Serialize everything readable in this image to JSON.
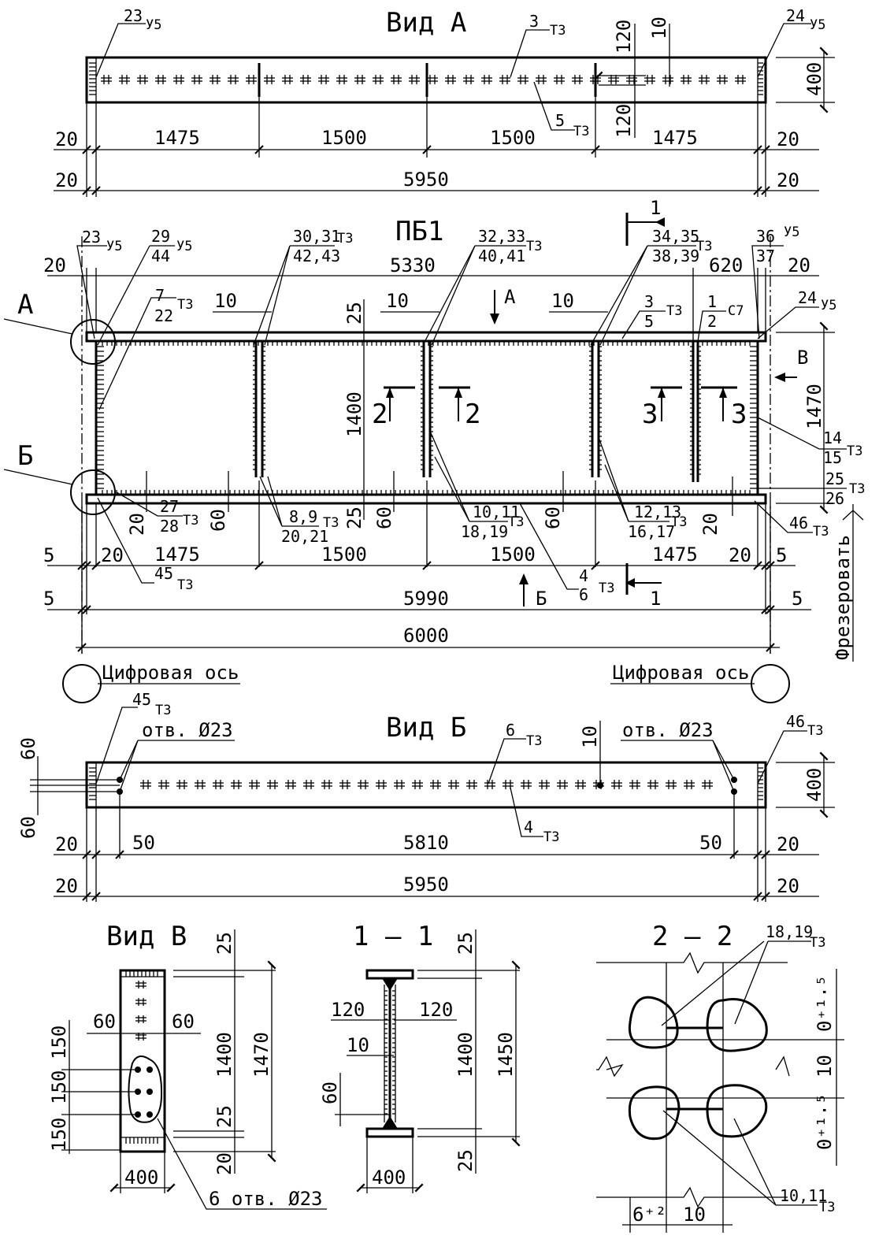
{
  "views": {
    "view_a": {
      "title": "Вид А",
      "callouts": {
        "c23": "23",
        "c23s": "У5",
        "c24": "24",
        "c24s": "У5",
        "c3": "3",
        "c3s": "Т3",
        "c5": "5",
        "c5s": "Т3"
      },
      "dims": {
        "d120a": "120",
        "d10": "10",
        "d120b": "120",
        "d400": "400",
        "d20l1": "20",
        "d1475a": "1475",
        "d1500a": "1500",
        "d1500b": "1500",
        "d1475b": "1475",
        "d20r1": "20",
        "d20l2": "20",
        "d5950": "5950",
        "d20r2": "20"
      }
    },
    "pb1": {
      "title": "ПБ1",
      "cut_marks": {
        "a": "А",
        "b": "Б",
        "v": "В",
        "s1": "1",
        "s2": "2",
        "s3": "3"
      },
      "callouts": {
        "c23": "23",
        "c23s": "У5",
        "c29": "29",
        "c44": "44",
        "c29s": "У5",
        "c3031": "30,31",
        "c4243": "42,43",
        "c3031s": "Т3",
        "c3233": "32,33",
        "c4041": "40,41",
        "c3233s": "Т3",
        "c3435": "34,35",
        "c3839": "38,39",
        "c3435s": "Т3",
        "c36": "36",
        "c37": "37",
        "c36s": "У5",
        "c7": "7",
        "c22": "22",
        "c7s": "Т3",
        "c3": "3",
        "c5": "5",
        "c3s": "Т3",
        "c1": "1",
        "c2": "2",
        "c1s": "С7",
        "c24": "24",
        "c24s": "У5",
        "c14": "14",
        "c15": "15",
        "c14s": "Т3",
        "c25": "25",
        "c26": "26",
        "c25s": "Т3",
        "c46": "46",
        "c46s": "Т3",
        "c27": "27",
        "c28": "28",
        "c27s": "Т3",
        "c89": "8,9",
        "c2021": "20,21",
        "c89s": "Т3",
        "c1011": "10,11",
        "c1819": "18,19",
        "c1011s": "Т3",
        "c1213": "12,13",
        "c1617": "16,17",
        "c1213s": "Т3",
        "c45": "45",
        "c45s": "Т3",
        "c4": "4",
        "c6": "6",
        "c4s": "Т3"
      },
      "dims": {
        "d20tl": "20",
        "d5330": "5330",
        "d620": "620",
        "d20tr": "20",
        "d10a": "10",
        "d10b": "10",
        "d10c": "10",
        "d25t": "25",
        "d1400": "1400",
        "d1470": "1470",
        "d20sl": "20",
        "d60a": "60",
        "d25b": "25",
        "d60b": "60",
        "d60c": "60",
        "d20sr": "20",
        "d5l": "5",
        "d20l": "20",
        "d1475a": "1475",
        "d1500a": "1500",
        "d1500b": "1500",
        "d1475b": "1475",
        "d20r": "20",
        "d5r": "5",
        "d5l2": "5",
        "d5990": "5990",
        "d5r2": "5",
        "d6000": "6000"
      },
      "milling_note": "Фрезеровать",
      "axis_left": "Цифровая ось",
      "axis_right": "Цифровая ось"
    },
    "view_b": {
      "title": "Вид Б",
      "callouts": {
        "c45": "45",
        "c45s": "Т3",
        "c46": "46",
        "c46s": "Т3",
        "c6": "6",
        "c6s": "Т3",
        "c4": "4",
        "c4s": "Т3"
      },
      "holes_left": "отв. Ø23",
      "holes_right": "отв. Ø23",
      "dims": {
        "d60a": "60",
        "d60b": "60",
        "d10": "10",
        "d400": "400",
        "d20l1": "20",
        "d50a": "50",
        "d5810": "5810",
        "d50b": "50",
        "d20r1": "20",
        "d20l2": "20",
        "d5950": "5950",
        "d20r2": "20"
      }
    },
    "view_v": {
      "title": "Вид В",
      "holes": "6 отв. Ø23",
      "dims": {
        "d25a": "25",
        "d60l": "60",
        "d60r": "60",
        "d1400": "1400",
        "d1470": "1470",
        "d150a": "150",
        "d150b": "150",
        "d150c": "150",
        "d25b": "25",
        "d20": "20",
        "d400": "400"
      }
    },
    "section_1_1": {
      "title": "1 – 1",
      "dims": {
        "d25a": "25",
        "d120l": "120",
        "d120r": "120",
        "d10": "10",
        "d1400": "1400",
        "d1450": "1450",
        "d60": "60",
        "d25b": "25",
        "d400": "400"
      }
    },
    "section_2_2": {
      "title": "2 – 2",
      "callouts": {
        "c1819": "18,19",
        "c1819s": "Т3",
        "c1011": "10,11",
        "c1011s": "Т3"
      },
      "dims": {
        "tol_top": "0⁺¹·⁵",
        "d10": "10",
        "tol_bot": "0⁺¹·⁵",
        "gap": "6⁺²",
        "d10b": "10"
      }
    }
  }
}
